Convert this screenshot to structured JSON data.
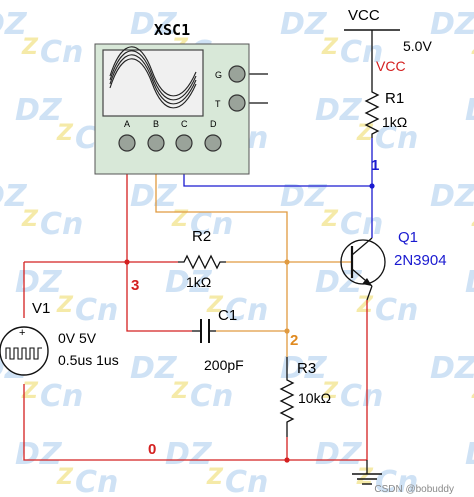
{
  "oscilloscope": {
    "name": "XSC1",
    "side_terminals": [
      "G",
      "T"
    ],
    "channels": [
      "A",
      "B",
      "C",
      "D"
    ]
  },
  "supply": {
    "label": "VCC",
    "voltage": "5.0V",
    "net_label": "VCC"
  },
  "resistors": {
    "r1": {
      "name": "R1",
      "value": "1kΩ"
    },
    "r2": {
      "name": "R2",
      "value": "1kΩ"
    },
    "r3": {
      "name": "R3",
      "value": "10kΩ"
    }
  },
  "capacitor": {
    "name": "C1",
    "value": "200pF"
  },
  "transistor": {
    "name": "Q1",
    "model": "2N3904"
  },
  "source": {
    "name": "V1",
    "line1": "0V 5V",
    "line2": "0.5us 1us"
  },
  "nets": {
    "n1": "1",
    "n2": "2",
    "n3": "3",
    "n0": "0"
  },
  "watermark": {
    "text1": "DZ",
    "text2": "Cn"
  },
  "footer": "CSDN @bobuddy",
  "colors": {
    "wire_red": "#d42020",
    "wire_blue": "#1a1ad0",
    "wire_orange": "#e09a40",
    "wire_black": "#111111",
    "net_label_red": "#d42020",
    "net_label_orange": "#e08a20",
    "net_label_blue": "#1a1ad0",
    "scope_bg": "#d8e8d8",
    "screen_bg": "#f0f0f0",
    "watermark_blue": "#cfe2f5",
    "watermark_yellow": "#f5eaa8"
  }
}
